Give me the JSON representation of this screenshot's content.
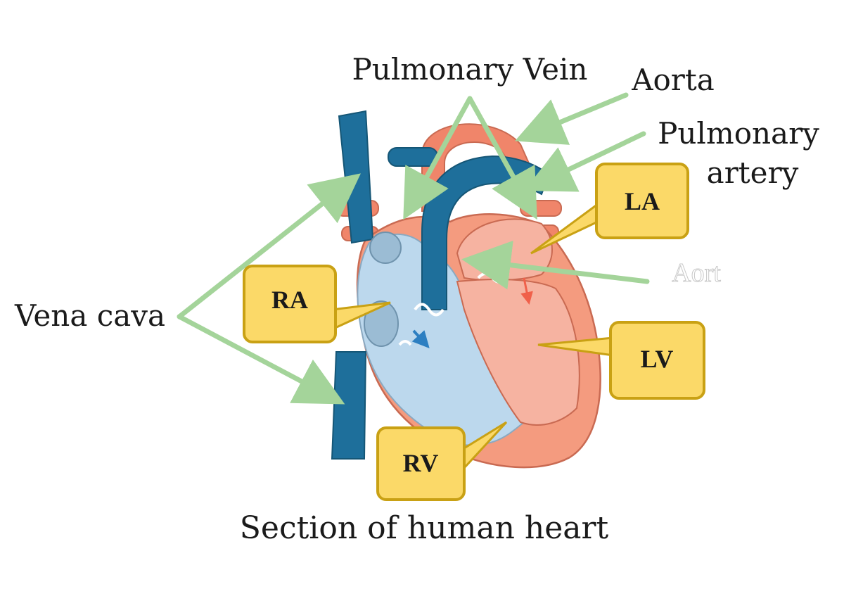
{
  "labels": {
    "pulmonary_vein": "Pulmonary Vein",
    "aorta": "Aorta",
    "pulmonary_artery_line1": "Pulmonary",
    "pulmonary_artery_line2": "artery",
    "vena_cava": "Vena cava",
    "caption": "Section of human heart",
    "watermark": "Aort"
  },
  "chambers": {
    "la": "LA",
    "ra": "RA",
    "lv": "LV",
    "rv": "RV"
  },
  "colors": {
    "vein_blue": "#1e6f9b",
    "artery_orange": "#f0856a",
    "right_side_fill": "#b9d6ec",
    "left_side_fill": "#f4a68f",
    "label_box_fill": "#fbd968",
    "label_box_border": "#c9a114",
    "pointer_green": "#a4d49a"
  }
}
